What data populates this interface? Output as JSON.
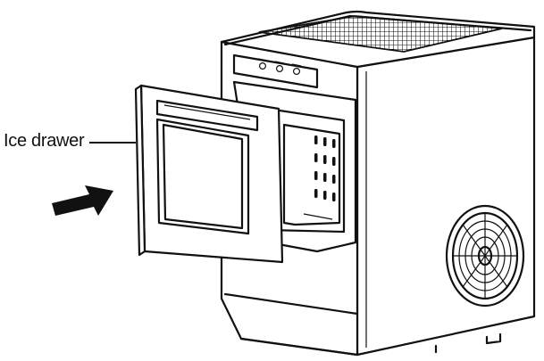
{
  "diagram": {
    "callout_label": "Ice drawer",
    "parts": [
      "ice-maker-body",
      "ice-drawer",
      "vent-grille",
      "control-panel",
      "fan-grille",
      "direction-arrow"
    ]
  }
}
